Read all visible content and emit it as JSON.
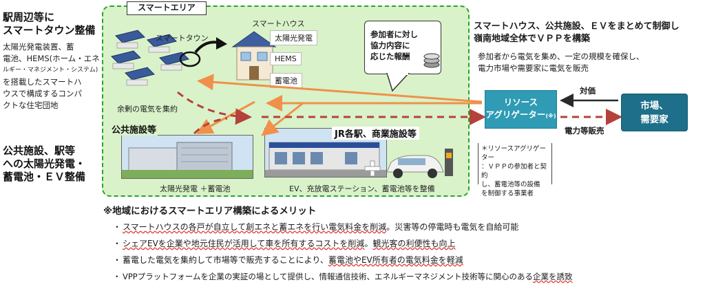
{
  "left": {
    "title1": [
      "駅周辺等に",
      "スマートタウン整備"
    ],
    "body1": [
      "太陽光発電装置、蓄",
      "電池、HEMS(ホーム・エネ",
      "ルギー・マネジメント・システム)",
      "を搭載したスマートハ",
      "ウスで構成するコンパ",
      "クトな住宅団地"
    ],
    "title2": [
      "公共施設、駅等",
      "への太陽光発電・",
      "蓄電池・ＥＶ整備"
    ]
  },
  "area": {
    "label": "スマートエリア",
    "smart_town": "スマートタウン",
    "smart_house": "スマートハウス",
    "house_items": [
      "太陽光発電",
      "HEMS",
      "蓄電池"
    ],
    "surplus": "余剰の電気を集約",
    "reward": [
      "参加者に対し",
      "協力内容に",
      "応じた報酬"
    ],
    "public_title": "公共施設等",
    "public_caption": "太陽光発電 ＋蓄電池",
    "jr_title": "JR各駅、商業施設等",
    "jr_caption": "EV、充放電ステーション、蓄電池等を整備"
  },
  "right": {
    "head": [
      "スマートハウス、公共施設、ＥＶをまとめて制御し",
      "嶺南地域全体でＶＰＰを構築"
    ],
    "desc": [
      "参加者から電気を集め、一定の規模を確保し、",
      "電力市場や需要家に電気を販売"
    ],
    "aggregator": [
      "リソース",
      "アグリゲーター"
    ],
    "aggregator_mark": "(※)",
    "market": [
      "市場、",
      "需要家"
    ],
    "price": "対価",
    "sales": "電力等販売",
    "note": [
      "＊リソースアグリゲーター",
      "：ＶＰＰの参加者と契約",
      "し、蓄電池等の設備",
      "を制御する事業者"
    ]
  },
  "merit": {
    "title": "※地域におけるスマートエリア構築によるメリット",
    "bullets": [
      {
        "pre": "スマートハウスの各戸が自立して創エネと蓄エネを行い電気料金を削減",
        "mid": "。",
        "post": "災害等の停電時も電気を自給可能"
      },
      {
        "pre": "シェアEVを企業や地元住民が活用して車を所有するコストを削減",
        "mid": "。",
        "post": "観光客の利便性も向上"
      },
      {
        "pre": "蓄電した電気を集約して市場等で販売することにより、",
        "mid": "蓄電池やEV所有者の電気料金を軽減",
        "post": ""
      },
      {
        "pre": "VPPプラットフォームを企業の実証の場として提供し、情報通信技術、エネルギーマネジメント技術等に関心のある",
        "mid": "企業を誘致",
        "post": ""
      }
    ]
  },
  "colors": {
    "area_fill": "#d9f2c9",
    "area_border": "#29a329",
    "aggregator": "#2f9bb5",
    "market": "#1e6f89",
    "flow_orange": "#f0904a",
    "flow_red_dashed": "#b5413a"
  }
}
